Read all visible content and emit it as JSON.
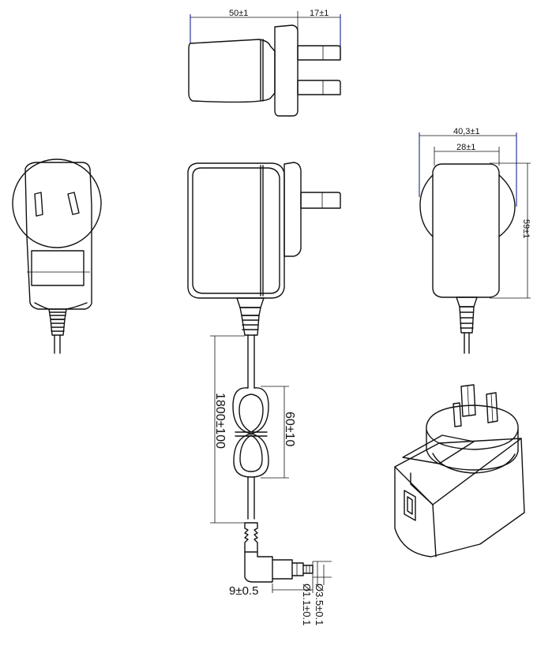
{
  "dimensions": {
    "top_width": "50±1",
    "top_pin": "17±1",
    "side_depth": "40,3±1",
    "side_inner": "28±1",
    "height": "59±1",
    "cable_length": "1800±100",
    "coil": "60±10",
    "plug_length": "9±0.5",
    "plug_outer": "Ø3.5±0.1",
    "plug_inner": "Ø1.1±0.1"
  },
  "colors": {
    "line": "#111111",
    "dimension_blue": "#2a3a9c"
  }
}
